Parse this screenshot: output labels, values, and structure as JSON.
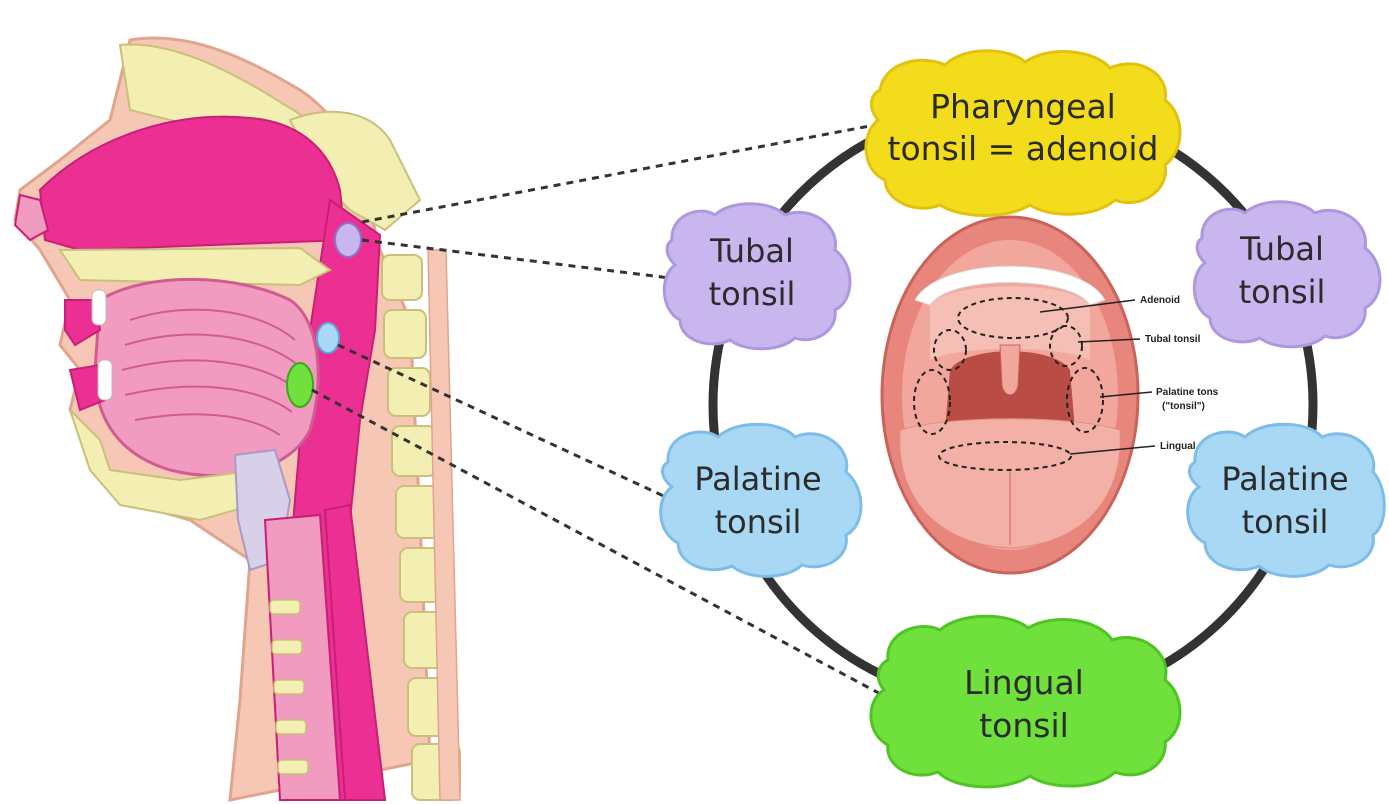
{
  "clouds": {
    "pharyngeal": {
      "line1": "Pharyngeal",
      "line2": "tonsil = adenoid",
      "color": "#f3dc1c",
      "edge": "#e2c210"
    },
    "tubal_left": {
      "line1": "Tubal",
      "line2": "tonsil",
      "color": "#c9b6ee",
      "edge": "#ae98dd"
    },
    "tubal_right": {
      "line1": "Tubal",
      "line2": "tonsil",
      "color": "#c9b6ee",
      "edge": "#ae98dd"
    },
    "palatine_left": {
      "line1": "Palatine",
      "line2": "tonsil",
      "color": "#a9d8f4",
      "edge": "#7ebde8"
    },
    "palatine_right": {
      "line1": "Palatine",
      "line2": "tonsil",
      "color": "#a9d8f4",
      "edge": "#7ebde8"
    },
    "lingual": {
      "line1": "Lingual",
      "line2": "tonsil",
      "color": "#6fe03c",
      "edge": "#4fc424"
    }
  },
  "mouth_labels": {
    "adenoid": "Adenoid",
    "tubal": "Tubal tonsil",
    "palatine_line1": "Palatine tons",
    "palatine_line2": "(\"tonsil\")",
    "lingual": "Lingual to"
  },
  "colors": {
    "ring": "#333333",
    "dashes": "#333333",
    "tissue_pink": "#ec2f93",
    "bone_yellow": "#f3efb2",
    "mouth_red": "#e8857c"
  }
}
